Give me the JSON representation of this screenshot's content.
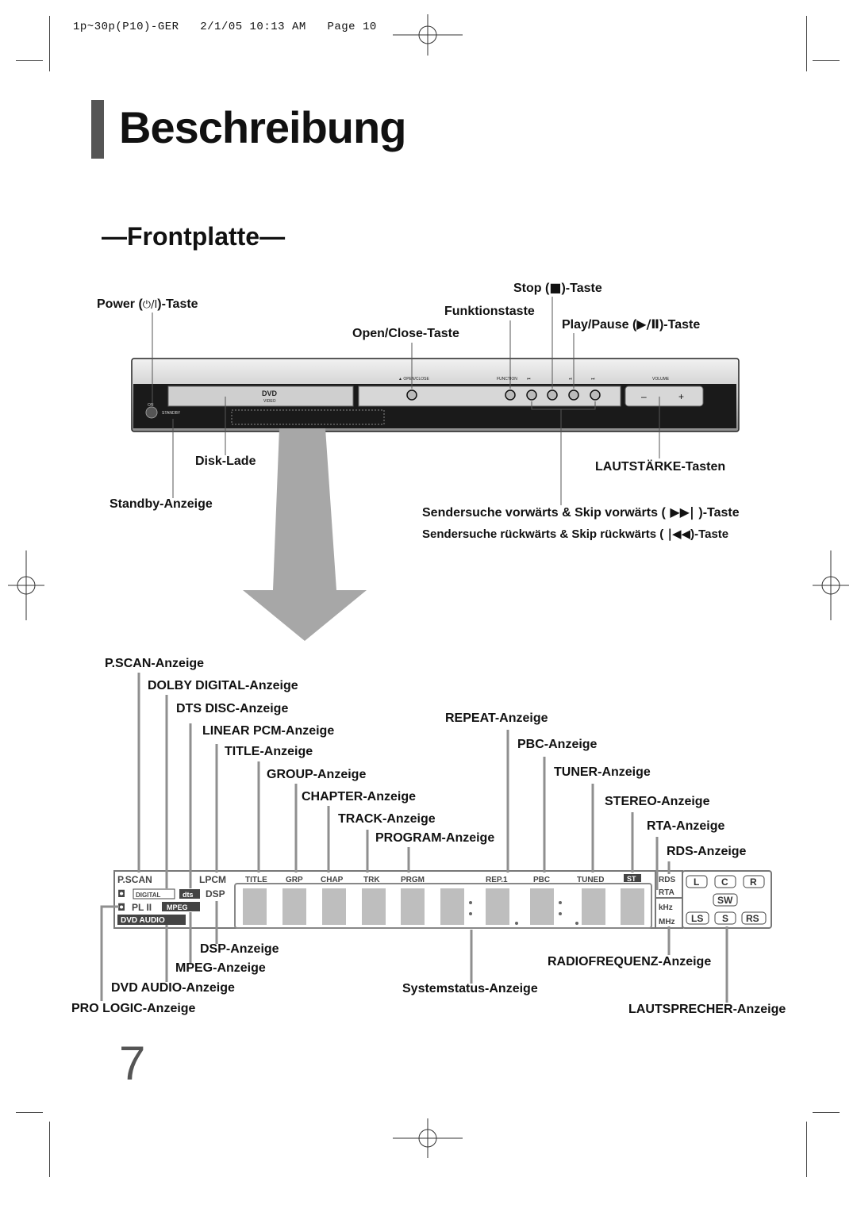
{
  "header": {
    "print_info": "1p~30p(P10)-GER   2/1/05 10:13 AM   Page 10"
  },
  "page": {
    "title": "Beschreibung",
    "subtitle": "—Frontplatte—",
    "page_number": "7"
  },
  "front_panel_labels": {
    "power": "Power (",
    "power_tail": ")-Taste",
    "stop": "Stop (",
    "stop_tail": ")-Taste",
    "function": "Funktionstaste",
    "open_close": "Open/Close-Taste",
    "play_pause": "Play/Pause (",
    "play_pause_tail": ")-Taste",
    "disk_tray": "Disk-Lade",
    "volume": "LAUTSTÄRKE-Tasten",
    "standby": "Standby-Anzeige",
    "skip_forward": "Sendersuche vorwärts & Skip vorwärts (",
    "skip_forward_tail": ")-Taste",
    "skip_back": "Sendersuche rückwärts & Skip rückwärts (",
    "skip_back_tail": ")-Taste"
  },
  "device_printed": {
    "open_close": "▲ OPEN/CLOSE",
    "function": "FUNCTION",
    "volume": "VOLUME",
    "minus": "–",
    "plus": "+",
    "standby": "STANDBY",
    "on": "ON",
    "dvd": "DVD",
    "video": "VIDEO"
  },
  "display_labels": {
    "pscan": "P.SCAN-Anzeige",
    "dolby_digital": "DOLBY DIGITAL-Anzeige",
    "dts_disc": "DTS DISC-Anzeige",
    "linear_pcm": "LINEAR PCM-Anzeige",
    "title": "TITLE-Anzeige",
    "group": "GROUP-Anzeige",
    "chapter": "CHAPTER-Anzeige",
    "track": "TRACK-Anzeige",
    "program": "PROGRAM-Anzeige",
    "repeat": "REPEAT-Anzeige",
    "pbc": "PBC-Anzeige",
    "tuner": "TUNER-Anzeige",
    "stereo": "STEREO-Anzeige",
    "rta": "RTA-Anzeige",
    "rds": "RDS-Anzeige",
    "dsp": "DSP-Anzeige",
    "mpeg": "MPEG-Anzeige",
    "dvd_audio": "DVD AUDIO-Anzeige",
    "pro_logic": "PRO LOGIC-Anzeige",
    "system_status": "Systemstatus-Anzeige",
    "radio_freq": "RADIOFREQUENZ-Anzeige",
    "speaker": "LAUTSPRECHER-Anzeige"
  },
  "display_indicators": {
    "pscan": "P.SCAN",
    "lpcm": "LPCM",
    "title": "TITLE",
    "grp": "GRP",
    "chap": "CHAP",
    "trk": "TRK",
    "prgm": "PRGM",
    "rep": "REP.1",
    "pbc": "PBC",
    "tuned": "TUNED",
    "st": "ST",
    "rds": "RDS",
    "rta": "RTA",
    "khz": "kHz",
    "mhz": "MHz",
    "digital": "DIGITAL",
    "dsp": "DSP",
    "pl2": "PL II",
    "mpeg": "MPEG",
    "dvd_audio": "DVD AUDIO",
    "dts": "dts",
    "spk_l": "L",
    "spk_c": "C",
    "spk_r": "R",
    "spk_sw": "SW",
    "spk_ls": "LS",
    "spk_s": "S",
    "spk_rs": "RS"
  }
}
